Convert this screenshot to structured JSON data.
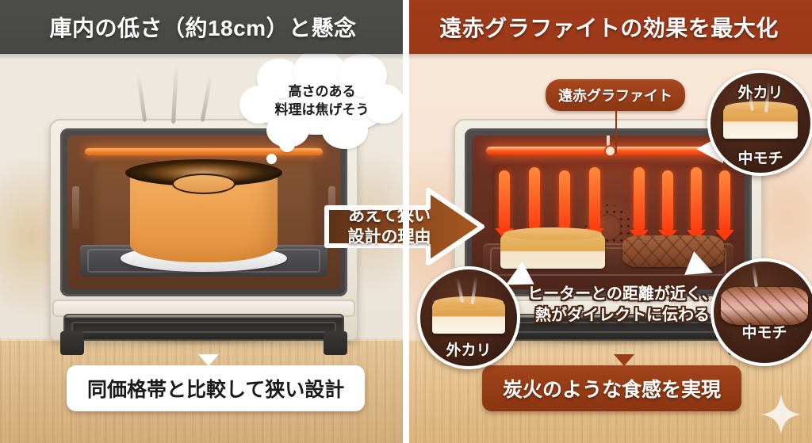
{
  "panels": {
    "left": {
      "header_title": "庫内の低さ（約18cm）と懸念",
      "header_bg": "#4a4a48",
      "thought_line1": "高さのある",
      "thought_line2": "料理は焦げそう",
      "caption": "同価格帯と比較して狭い設計",
      "scene": "burnt chiffon cake on white plate inside short oven cavity with orange heater bar and steam"
    },
    "right": {
      "header_title": "遠赤グラファイトの効果を最大化",
      "header_bg": "#9e3a19",
      "heater_label": "遠赤グラファイト",
      "overlay_line1": "ヒーターとの距離が近く、",
      "overlay_line2": "熱がダイレクトに伝わる",
      "caption": "炭火のような食感を実現",
      "scene": "glowing red graphite heater with heat arrows onto toast and steak"
    }
  },
  "arrow": {
    "line1": "あえて狭い",
    "line2": "設計の理由",
    "color": "#8a4a22"
  },
  "insets": [
    {
      "id": "toast-top-right",
      "label_top": "外カリ",
      "label_bottom": "中モチ",
      "food": "toast"
    },
    {
      "id": "toast-bottom-left",
      "label_bottom": "外カリ",
      "food": "toast"
    },
    {
      "id": "steak-bottom-right",
      "label_bottom": "中モチ",
      "food": "steak"
    }
  ],
  "colors": {
    "left_header": "#4a4a48",
    "right_header": "#9e3a19",
    "left_bg": "#ece7dd",
    "right_bg": "#f7e4d3",
    "heater_glow": "#ff4a12",
    "caption_brown": "#953a14",
    "counter_wood": "#e0bd8c"
  },
  "decor": {
    "sparkle": "sparkle-star"
  }
}
